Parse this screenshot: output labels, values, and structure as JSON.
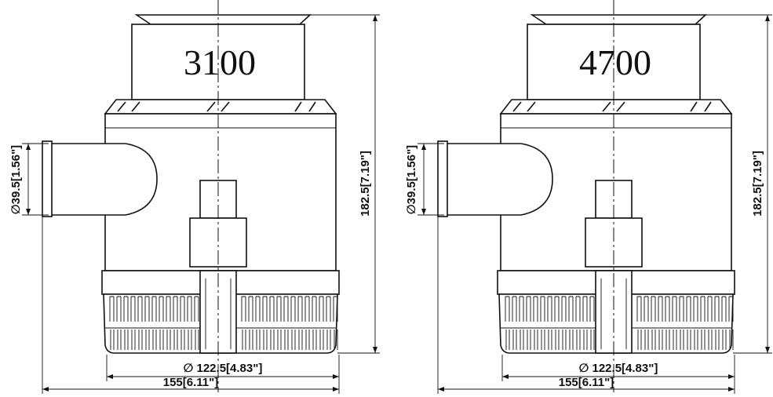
{
  "pumps": [
    {
      "model": "3100",
      "outlet_diameter": "39.5[1.56\"]",
      "height": "182.5[7.19\"]",
      "base_diameter": "122.5[4.83\"]",
      "overall_width": "155[6.11\"]"
    },
    {
      "model": "4700",
      "outlet_diameter": "39.5[1.56\"]",
      "height": "182.5[7.19\"]",
      "base_diameter": "122.5[4.83\"]",
      "overall_width": "155[6.11\"]"
    }
  ],
  "diameter_symbol": "∅",
  "colors": {
    "line": "#111111",
    "background": "#ffffff"
  }
}
